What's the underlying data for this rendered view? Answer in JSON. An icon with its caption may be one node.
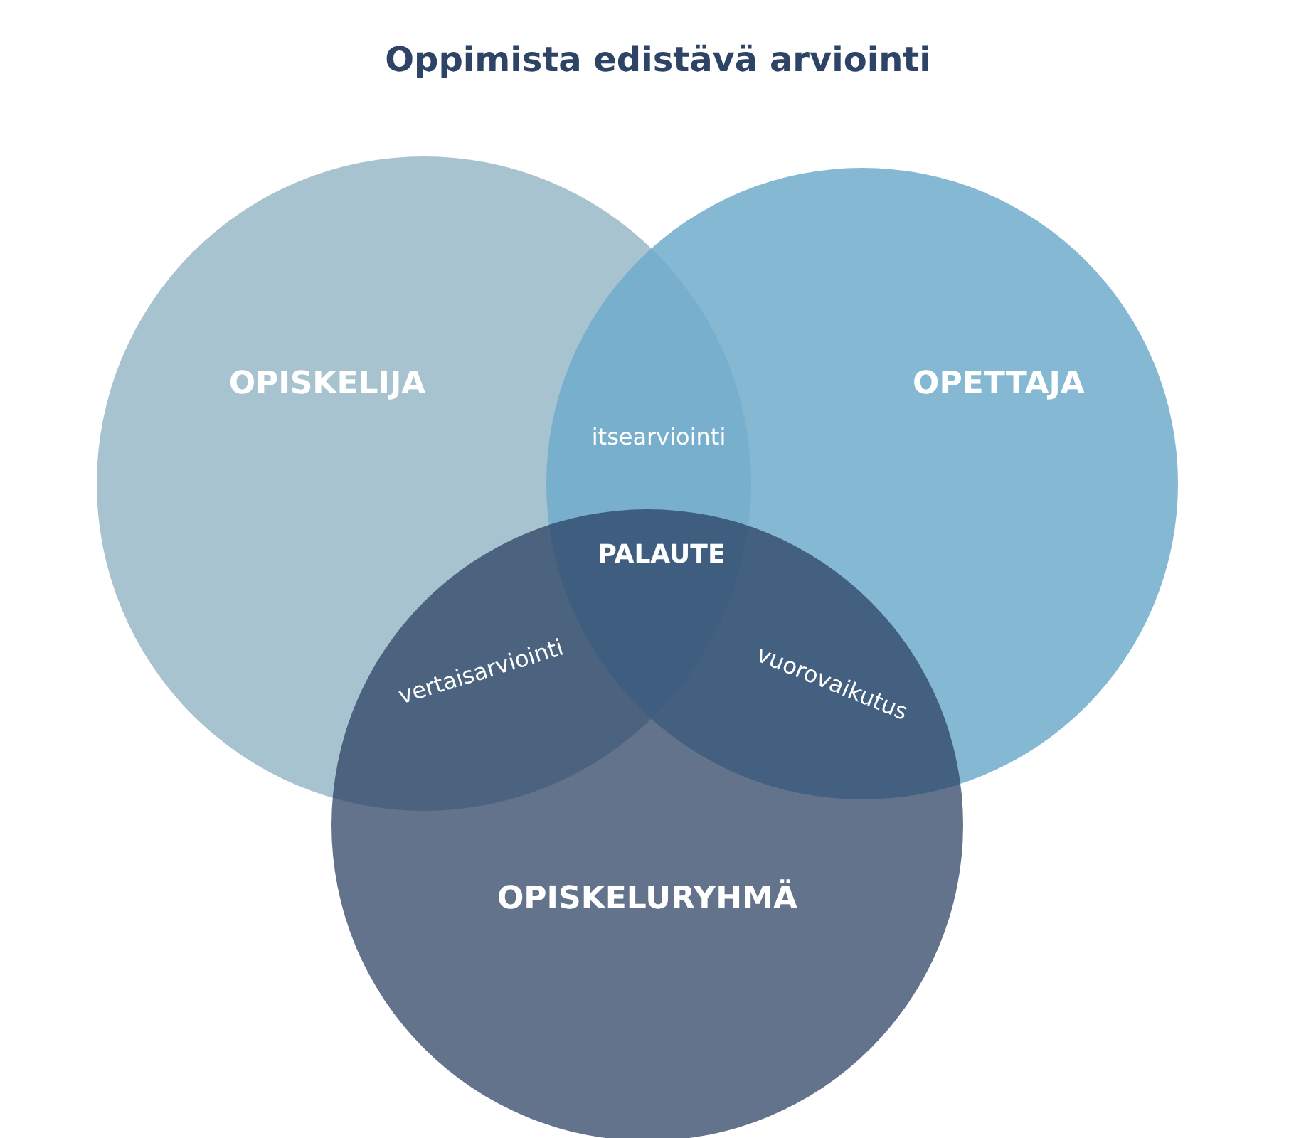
{
  "diagram": {
    "title": "Oppimista edistävä arviointi",
    "nodes": [
      {
        "text": [
          "OPISKELIJA"
        ]
      },
      {
        "text": [
          "OPETTAJA"
        ]
      },
      {
        "text": [
          "OPISKELURYHMÄ"
        ]
      }
    ],
    "labels": [
      "itsearviointi",
      "PALAUTE",
      "vertaisarviointi",
      "vuorovaikutus"
    ]
  }
}
